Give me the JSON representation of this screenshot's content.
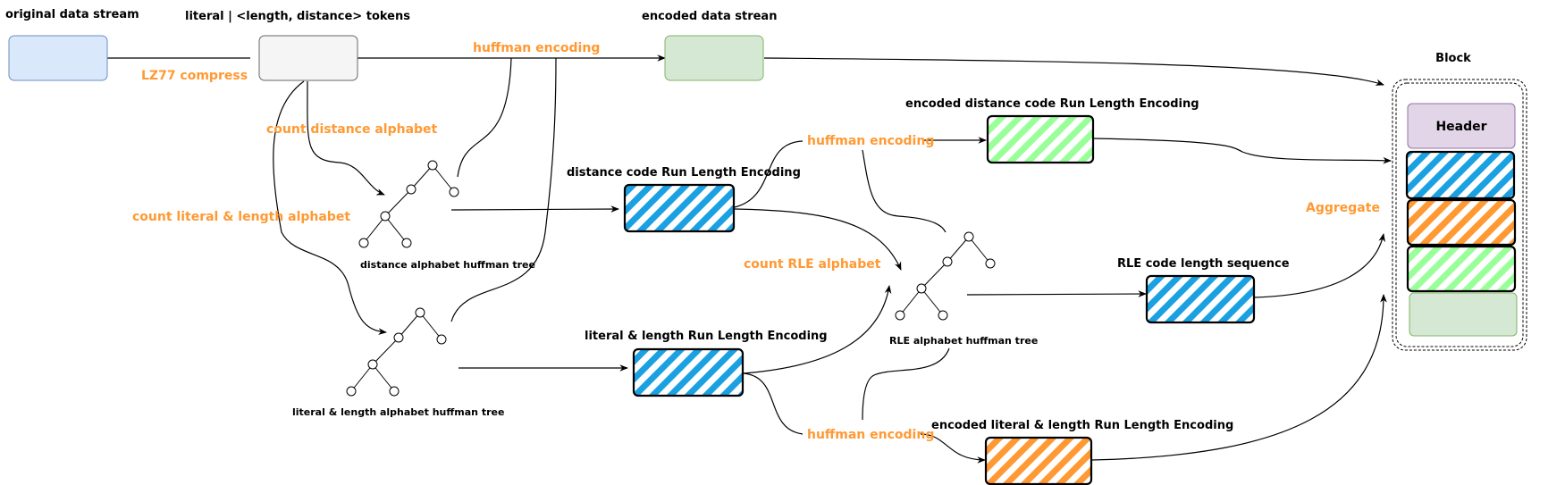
{
  "labels": {
    "original_stream": "original data stream",
    "tokens": "literal | <length, distance> tokens",
    "encoded_stream": "encoded data strean",
    "block": "Block",
    "header": "Header",
    "lz77": "LZ77 compress",
    "huffman_top": "huffman encoding",
    "count_distance": "count distance alphabet",
    "count_literal": "count literal & length alphabet",
    "distance_tree": "distance alphabet huffman tree",
    "literal_tree": "literal & length alphabet huffman tree",
    "distance_rle": "distance code Run Length Encoding",
    "literal_rle": "literal & length Run Length Encoding",
    "encoded_distance_rle": "encoded distance code Run Length Encoding",
    "encoded_literal_rle": "encoded literal & length Run Length Encoding",
    "huffman_mid": "huffman encoding",
    "huffman_bottom": "huffman encoding",
    "count_rle": "count RLE alphabet",
    "rle_tree": "RLE alphabet huffman tree",
    "rle_sequence": "RLE code length sequence",
    "aggregate": "Aggregate"
  },
  "colors": {
    "blue_light": "#dae8fc",
    "blue_stroke": "#6c8ebf",
    "gray_light": "#f5f5f5",
    "gray_stroke": "#666666",
    "green_light": "#d5e8d4",
    "green_stroke": "#82b366",
    "purple_light": "#e1d5e7",
    "purple_stroke": "#9673a6",
    "hatch_blue": "#1ba1e2",
    "hatch_green": "#99ff99",
    "hatch_orange": "#ff9933",
    "orange_text": "#ff9933"
  }
}
